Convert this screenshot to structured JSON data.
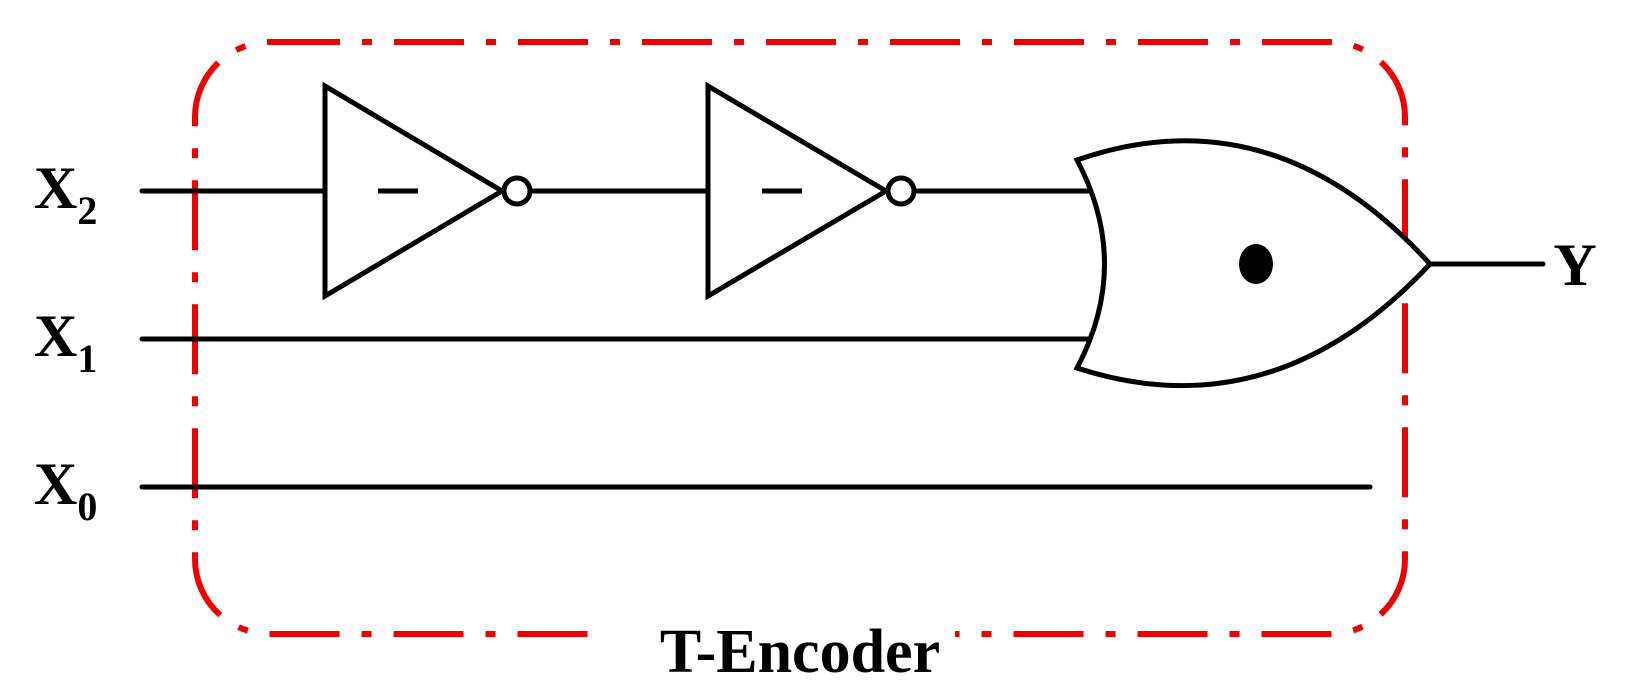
{
  "diagram": {
    "inputs": [
      {
        "main": "X",
        "sub": "2"
      },
      {
        "main": "X",
        "sub": "1"
      },
      {
        "main": "X",
        "sub": "0"
      }
    ],
    "output": "Y",
    "gate_symbols": {
      "inverter_1": "−",
      "inverter_2": "−",
      "or_gate": "●"
    },
    "block_label": "T-Encoder",
    "colors": {
      "boundary": "#ee0000",
      "lines": "#000000"
    }
  }
}
